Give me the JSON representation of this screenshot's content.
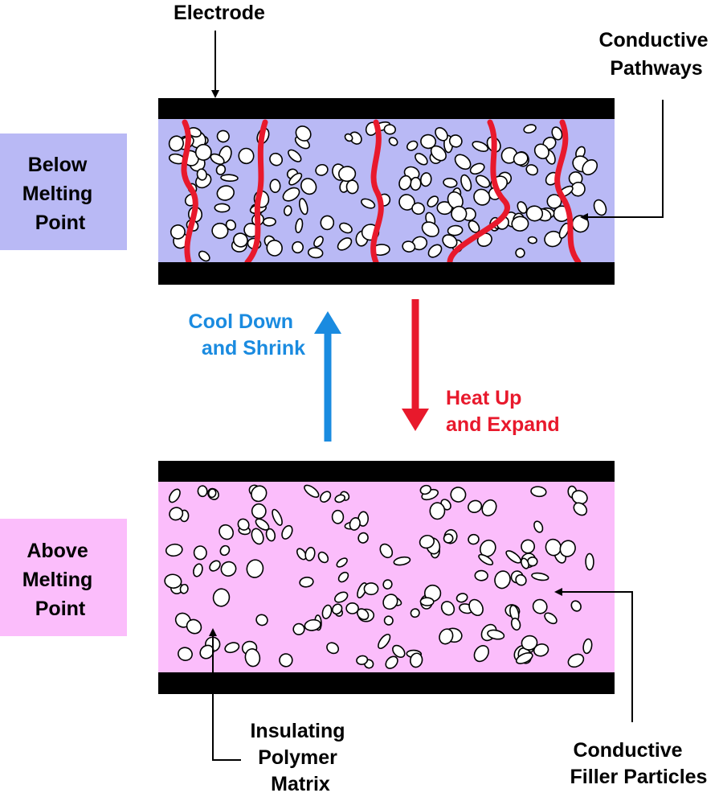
{
  "labels": {
    "electrode": "Electrode",
    "conductive_pathways": [
      "Conductive",
      "Pathways"
    ],
    "below_melting_point": [
      "Below",
      "Melting",
      "Point"
    ],
    "above_melting_point": [
      "Above",
      "Melting",
      "Point"
    ],
    "cool_down": [
      "Cool Down",
      "and Shrink"
    ],
    "heat_up": [
      "Heat Up",
      "and Expand"
    ],
    "insulating_polymer_matrix": [
      "Insulating",
      "Polymer",
      "Matrix"
    ],
    "conductive_filler_particles": [
      "Conductive",
      "Filler Particles"
    ]
  },
  "colors": {
    "electrode": "#000000",
    "below_matrix": "#b9b9f5",
    "above_matrix": "#fbbdfb",
    "pathway": "#e8192c",
    "cool_arrow": "#1a8be0",
    "heat_arrow": "#e8192c",
    "particle_fill": "#ffffff",
    "particle_stroke": "#000000"
  }
}
